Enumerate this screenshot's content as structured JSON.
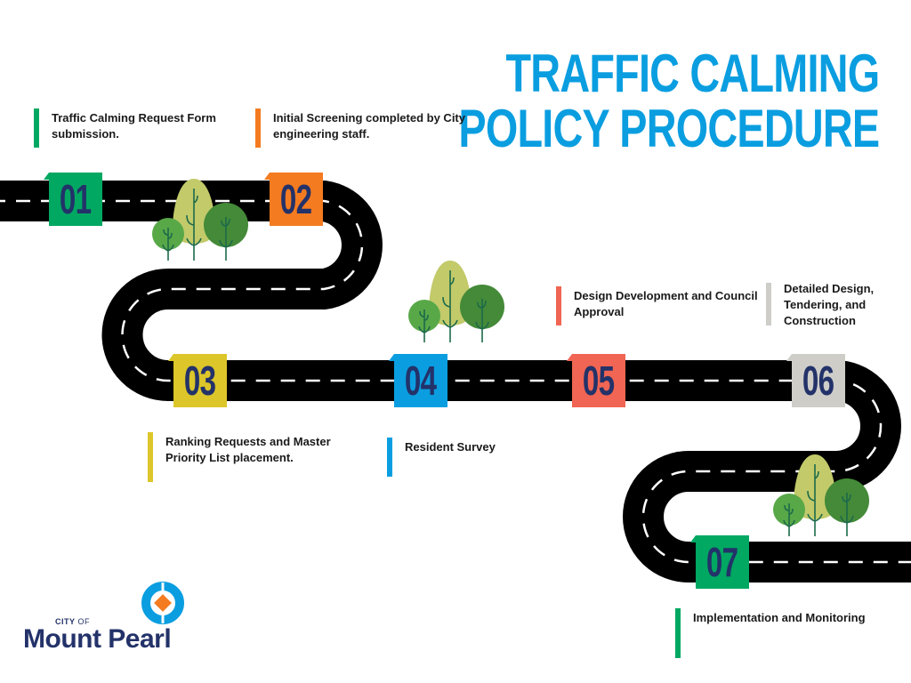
{
  "title": {
    "line1": "TRAFFIC CALMING",
    "line2": "POLICY PROCEDURE",
    "color": "#0a9ee0"
  },
  "steps": [
    {
      "number": "01",
      "label": "Traffic Calming Request Form submission.",
      "color": "#00a862"
    },
    {
      "number": "02",
      "label": "Initial Screening completed by City engineering staff.",
      "color": "#f47b20"
    },
    {
      "number": "03",
      "label": "Ranking Requests and Master Priority List placement.",
      "color": "#dcc62a"
    },
    {
      "number": "04",
      "label": "Resident Survey",
      "color": "#0a9ee0"
    },
    {
      "number": "05",
      "label": "Design Development and Council Approval",
      "color": "#f06553"
    },
    {
      "number": "06",
      "label": "Detailed Design, Tendering, and Construction",
      "color": "#cecdc8"
    },
    {
      "number": "07",
      "label": "Implementation and Monitoring",
      "color": "#00a862"
    }
  ],
  "number_color": "#233269",
  "road": {
    "color": "#000000",
    "dash_color": "#ffffff"
  },
  "trees": {
    "light": "#c2ca6a",
    "mid": "#58a848",
    "dark": "#448a38",
    "trunk": "#1d6a4a"
  },
  "logo": {
    "city_prefix": "CITY",
    "city_of": "OF",
    "name": "Mount Pearl",
    "ring_color": "#0a9ee0",
    "diamond_color": "#f47b20"
  }
}
